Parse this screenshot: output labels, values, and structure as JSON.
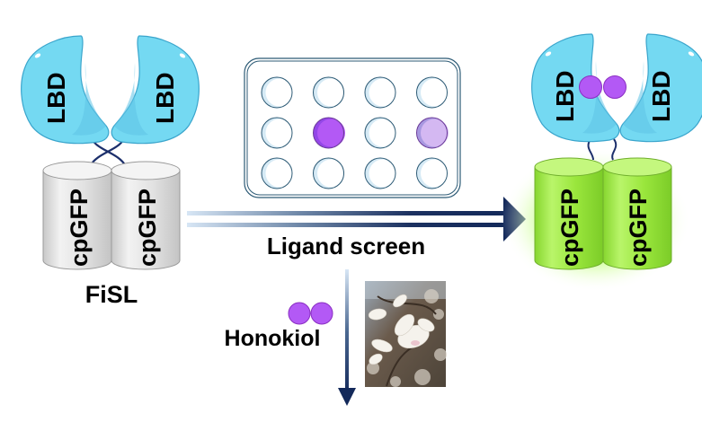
{
  "diagram": {
    "title": "FiSL ligand screen schematic",
    "left_sensor": {
      "name": "FiSL",
      "state": "unbound",
      "domains": {
        "lbd_left": "LBD",
        "lbd_right": "LBD",
        "cpgfp_left": "cpGFP",
        "cpgfp_right": "cpGFP"
      }
    },
    "right_sensor": {
      "state": "ligand-bound, fluorescent",
      "domains": {
        "lbd_left": "LBD",
        "lbd_right": "LBD",
        "cpgfp_left": "cpGFP",
        "cpgfp_right": "cpGFP"
      }
    },
    "well_plate": {
      "rows": 3,
      "cols": 4,
      "wells": [
        [
          "empty",
          "empty",
          "empty",
          "empty"
        ],
        [
          "empty",
          "strong-hit",
          "empty",
          "weak-hit"
        ],
        [
          "empty",
          "empty",
          "empty",
          "empty"
        ]
      ]
    },
    "arrows": {
      "main": {
        "label": "Ligand screen",
        "direction": "right"
      },
      "down": {
        "label": "Honokiol",
        "direction": "down"
      }
    },
    "ligand": {
      "name": "Honokiol",
      "icon": "double-circle-ligand-icon"
    },
    "photo": {
      "subject": "magnolia flowers"
    }
  },
  "colors": {
    "lbd": "#74d9f2",
    "lbd_shade": "#5ec3e6",
    "linker": "#1c2f6b",
    "cpgfp_off": "#dcdcdc",
    "cpgfp_on": "#9ae63c",
    "glow": "#c8ff8a",
    "ligand": "#b359f5",
    "ligand_stroke": "#8a2fc2",
    "weak_hit": "#d4b8f2",
    "arrow": "#13295a",
    "plate_stroke": "#2c5a75",
    "well_fill": "#d6eaf5"
  }
}
